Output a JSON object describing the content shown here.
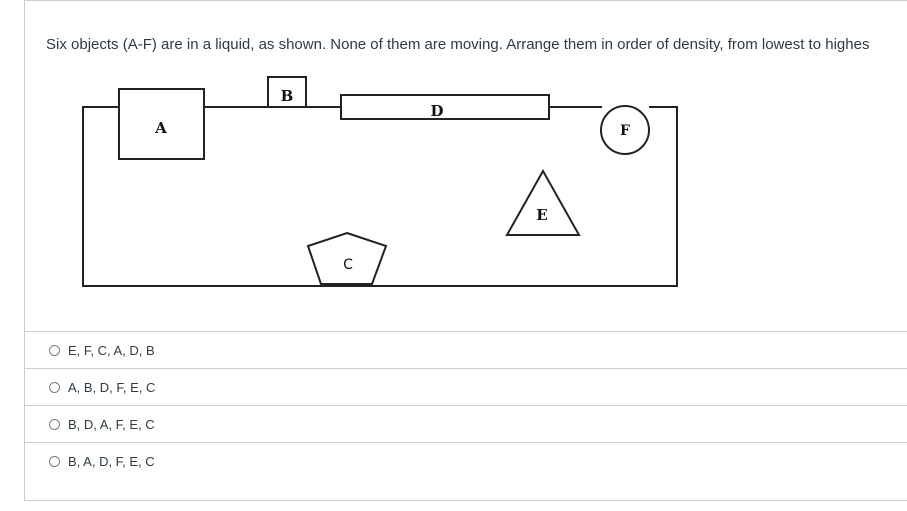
{
  "question": {
    "text": "Six objects (A-F) are in a liquid, as shown. None of them are moving. Arrange them in order of density, from lowest to highes"
  },
  "diagram": {
    "labels": {
      "a": "A",
      "b": "B",
      "c": "C",
      "d": "D",
      "e": "E",
      "f": "F"
    }
  },
  "answers": [
    {
      "label": "E, F, C, A, D, B",
      "selected": false
    },
    {
      "label": "A, B, D, F, E, C",
      "selected": false
    },
    {
      "label": "B, D, A, F, E, C",
      "selected": false
    },
    {
      "label": "B, A, D, F, E, C",
      "selected": false
    }
  ]
}
